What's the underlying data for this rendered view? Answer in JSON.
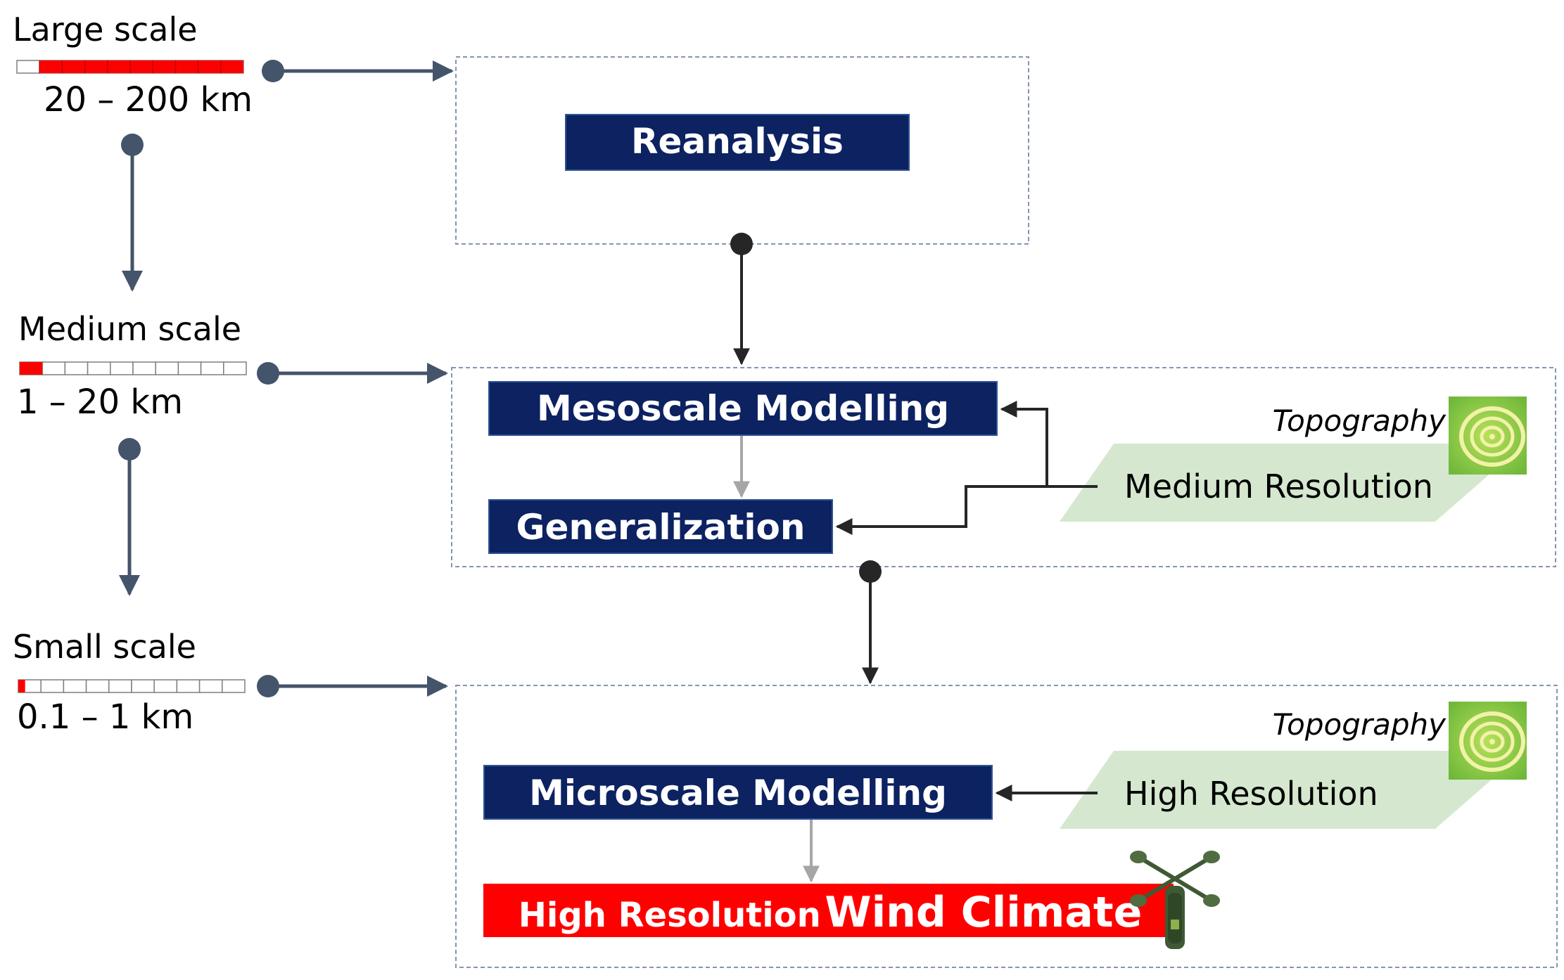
{
  "scales": [
    {
      "label": "Large scale",
      "range": "20 – 200 km",
      "bar_filled_segments": 9,
      "bar_total_segments": 10
    },
    {
      "label": "Medium scale",
      "range": "1 – 20 km",
      "bar_filled_segments": 1,
      "bar_total_segments": 10
    },
    {
      "label": "Small scale",
      "range": "0.1 – 1 km",
      "bar_filled_segments": 0.3,
      "bar_total_segments": 10
    }
  ],
  "boxes": {
    "reanalysis": "Reanalysis",
    "mesoscale": "Mesoscale Modelling",
    "generalization": "Generalization",
    "microscale": "Microscale Modelling",
    "result_prefix": "High Resolution",
    "result_suffix": "Wind Climate"
  },
  "inputs": {
    "medium": {
      "caption": "Topography",
      "label": "Medium Resolution"
    },
    "high": {
      "caption": "Topography",
      "label": "High Resolution"
    }
  },
  "colors": {
    "navy": "#0c2261",
    "red": "#ff0000",
    "connector": "#44546a",
    "dark_arrow": "#262626",
    "grey_arrow": "#a6a6a6",
    "green_para": "#d5e8cf",
    "frame": "#8496b0"
  },
  "icons": [
    "topography-icon",
    "anemometer-icon"
  ]
}
